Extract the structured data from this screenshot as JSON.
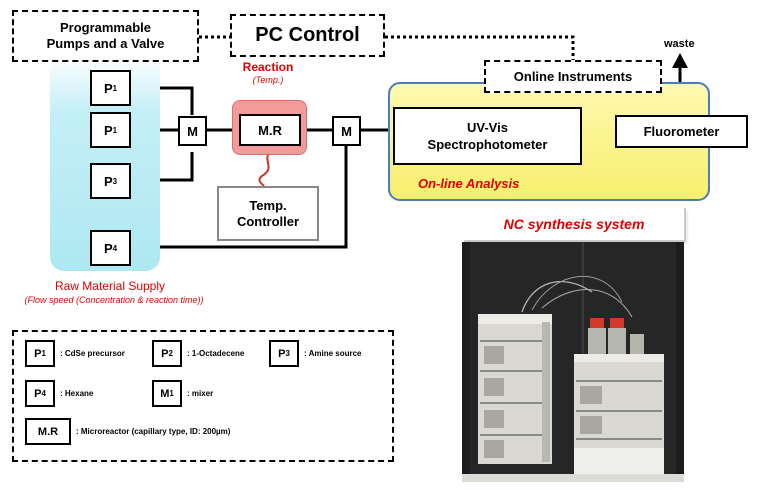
{
  "pumps_box": {
    "line1": "Programmable",
    "line2": "Pumps and a Valve"
  },
  "pc_control": "PC Control",
  "online_instruments": "Online Instruments",
  "waste": "waste",
  "reaction": {
    "title": "Reaction",
    "sub": "(Temp.)"
  },
  "pumps": [
    {
      "letter": "P",
      "sub": "1"
    },
    {
      "letter": "P",
      "sub": "1"
    },
    {
      "letter": "P",
      "sub": "3"
    },
    {
      "letter": "P",
      "sub": "4"
    }
  ],
  "mixer": "M",
  "microreactor": "M.R",
  "temp_controller": {
    "line1": "Temp.",
    "line2": "Controller"
  },
  "uvvis": {
    "line1": "UV-Vis",
    "line2": "Spectrophotometer"
  },
  "fluorometer": "Fluorometer",
  "online_analysis": "On-line Analysis",
  "raw_supply": {
    "title": "Raw Material Supply",
    "sub": "(Flow speed (Concentration & reaction time))"
  },
  "nc_title": "NC synthesis system",
  "legend": {
    "p1": {
      "letter": "P",
      "sub": "1",
      "text": ": CdSe precursor"
    },
    "p2": {
      "letter": "P",
      "sub": "2",
      "text": ": 1-Octadecene"
    },
    "p3": {
      "letter": "P",
      "sub": "3",
      "text": ": Amine source"
    },
    "p4": {
      "letter": "P",
      "sub": "4",
      "text": ": Hexane"
    },
    "m1": {
      "letter": "M",
      "sub": "1",
      "text": ": mixer"
    },
    "mr": {
      "letter": "M.R",
      "text": ": Microreactor (capillary type, ID: 200µm)"
    }
  },
  "colors": {
    "analysis_fill": "#fbf38a",
    "analysis_border": "#4a7cc0",
    "supply_fill": "#aee8f2",
    "reactor_fill": "#f39a9a",
    "red": "#e00000"
  }
}
